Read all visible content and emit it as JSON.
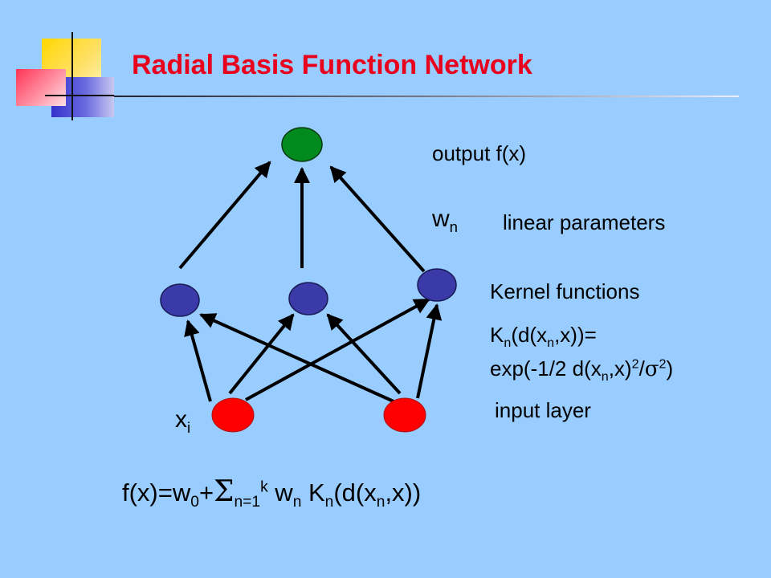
{
  "slide": {
    "title": "Radial Basis Function Network",
    "colors": {
      "background": "#99ccff",
      "title": "#e8001c",
      "output_node": "#008a1e",
      "hidden_node": "#3a3aa8",
      "input_node": "#ff0000"
    }
  },
  "labels": {
    "output": "output f(x)",
    "weight": {
      "base": "w",
      "sub": "n"
    },
    "linear_params": "linear parameters",
    "kernel_functions": "Kernel functions",
    "kernel_eq_line1": {
      "k": "K",
      "k_sub": "n",
      "a": "(d(x",
      "x_sub": "n",
      "b": ",x))="
    },
    "kernel_eq_line2": {
      "a": "exp(-1/2 d(x",
      "x_sub": "n",
      "b": ",x)",
      "sup2": "2",
      "slash": "/",
      "sigma": "σ",
      "sigma_sup": "2",
      "close": ")"
    },
    "input_layer": "input layer",
    "input_var": {
      "base": "x",
      "sub": "i"
    }
  },
  "formula": {
    "p1": "f(x)=w",
    "w_sub": "0",
    "p2": "+",
    "sigma": "Σ",
    "sum_sub": "n=1",
    "sum_sup": "k",
    "p3": " w",
    "wn_sub": "n",
    "p4": " K",
    "kn_sub": "n",
    "p5": "(d(x",
    "xn_sub": "n",
    "p6": ",x))"
  }
}
